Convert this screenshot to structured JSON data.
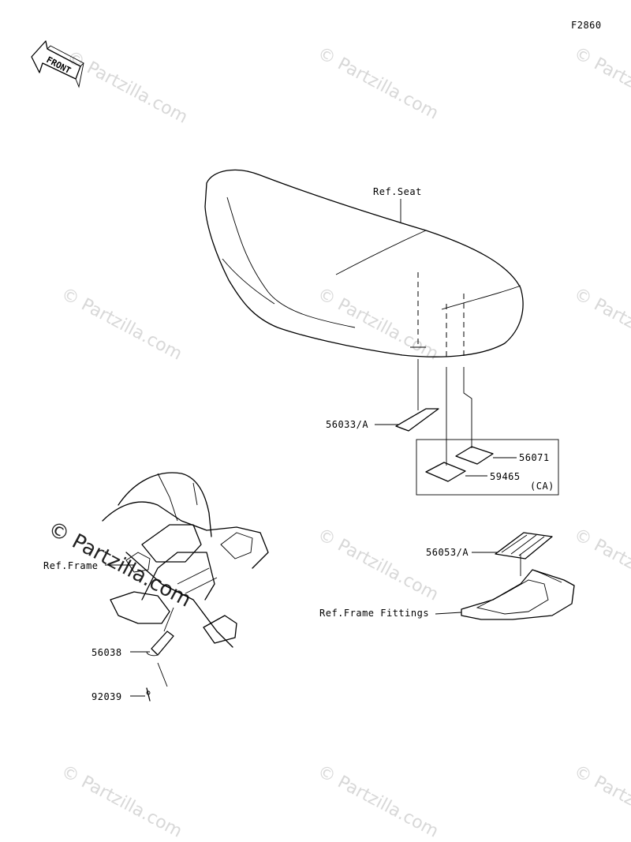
{
  "figure_id": "F2860",
  "front_label": "FRONT",
  "watermark": "© Partzilla.com",
  "callouts": {
    "ref_seat": "Ref.Seat",
    "p56033": "56033/A",
    "p56071": "56071",
    "p59465": "59465",
    "region_ca": "(CA)",
    "p56053": "56053/A",
    "ref_frame_fittings": "Ref.Frame Fittings",
    "ref_frame": "Ref.Frame",
    "p56038": "56038",
    "p92039": "92039"
  }
}
